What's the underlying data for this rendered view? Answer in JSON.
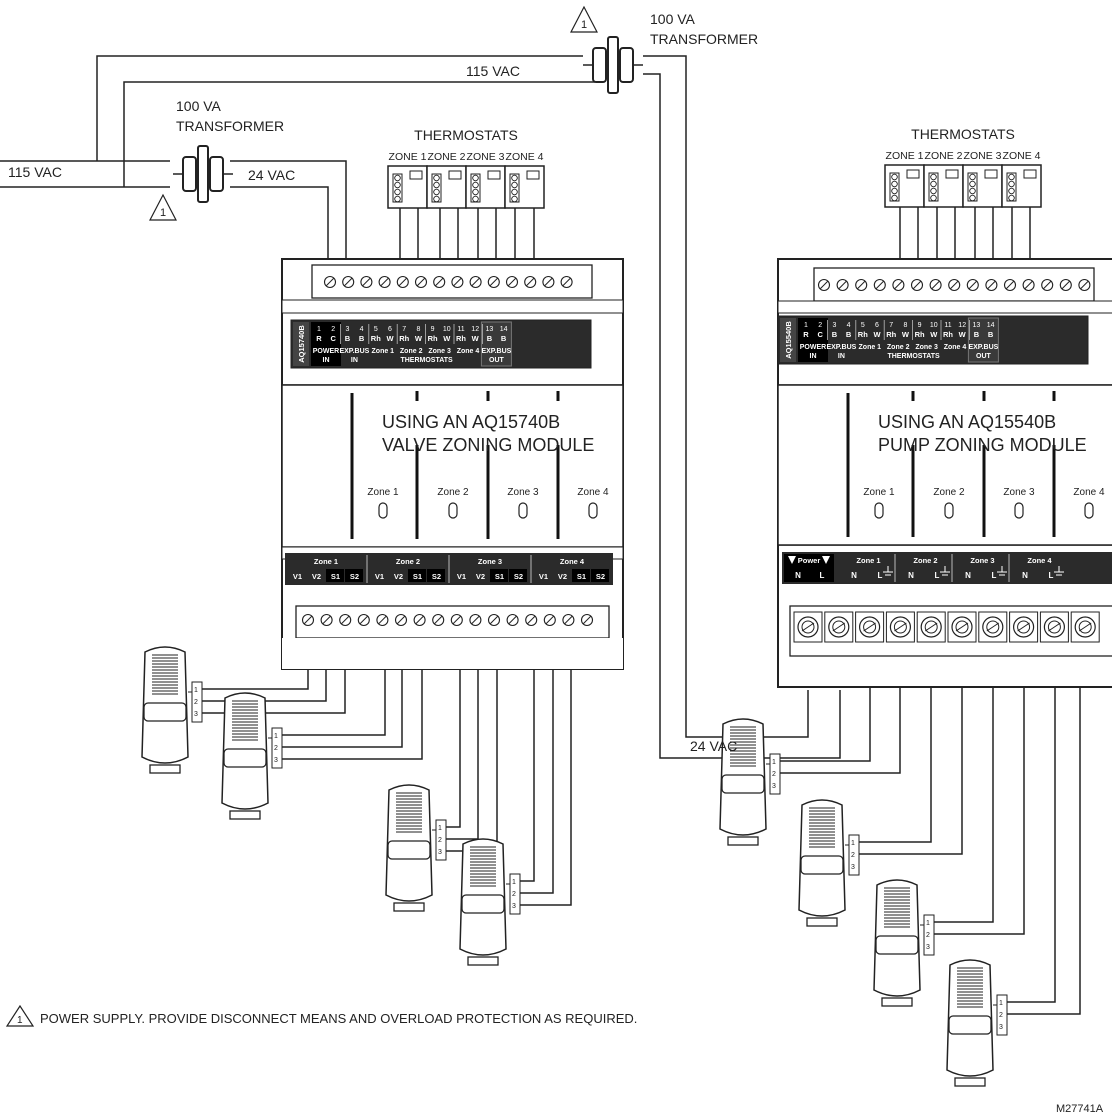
{
  "labels": {
    "supply_vac": "115 VAC",
    "line_vac": "115 VAC",
    "left_24vac": "24 VAC",
    "right_24vac": "24 VAC",
    "transformer_left_1": "100 VA",
    "transformer_left_2": "TRANSFORMER",
    "transformer_right_1": "100 VA",
    "transformer_right_2": "TRANSFORMER",
    "note_marker": "1",
    "footnote": "POWER SUPPLY. PROVIDE DISCONNECT MEANS AND OVERLOAD PROTECTION AS REQUIRED.",
    "drawing_number": "M27741A"
  },
  "left_module": {
    "model_vertical": "AQ15740B",
    "thermostats_title": "THERMOSTATS",
    "thermostat_zones": [
      "ZONE 1",
      "ZONE 2",
      "ZONE 3",
      "ZONE 4"
    ],
    "title_line1": "USING AN AQ15740B",
    "title_line2": "VALVE ZONING MODULE",
    "leds": [
      "Zone 1",
      "Zone 2",
      "Zone 3",
      "Zone 4"
    ],
    "terminal_numbers": [
      "1",
      "2",
      "3",
      "4",
      "5",
      "6",
      "7",
      "8",
      "9",
      "10",
      "11",
      "12",
      "13",
      "14"
    ],
    "terminal_letters": [
      "R",
      "C",
      "B",
      "B",
      "Rh",
      "W",
      "Rh",
      "W",
      "Rh",
      "W",
      "Rh",
      "W",
      "B",
      "B"
    ],
    "power_in": [
      "POWER",
      "IN"
    ],
    "exp_bus_in": [
      "EXP.BUS",
      "IN"
    ],
    "zone_labels": [
      "Zone 1",
      "Zone 2",
      "Zone 3",
      "Zone 4"
    ],
    "thermostats_label": "THERMOSTATS",
    "exp_bus_out": [
      "EXP.BUS",
      "OUT"
    ],
    "bottom_zone_titles": [
      "Zone 1",
      "Zone 2",
      "Zone 3",
      "Zone 4"
    ],
    "bottom_terms": [
      "V1",
      "V2",
      "S1",
      "S2"
    ]
  },
  "right_module": {
    "model_vertical": "AQ15540B",
    "thermostats_title": "THERMOSTATS",
    "thermostat_zones": [
      "ZONE 1",
      "ZONE 2",
      "ZONE 3",
      "ZONE 4"
    ],
    "title_line1": "USING AN AQ15540B",
    "title_line2": "PUMP ZONING MODULE",
    "leds": [
      "Zone 1",
      "Zone 2",
      "Zone 3",
      "Zone 4"
    ],
    "terminal_numbers": [
      "1",
      "2",
      "3",
      "4",
      "5",
      "6",
      "7",
      "8",
      "9",
      "10",
      "11",
      "12",
      "13",
      "14"
    ],
    "terminal_letters": [
      "R",
      "C",
      "B",
      "B",
      "Rh",
      "W",
      "Rh",
      "W",
      "Rh",
      "W",
      "Rh",
      "W",
      "B",
      "B"
    ],
    "power_in": [
      "POWER",
      "IN"
    ],
    "exp_bus_in": [
      "EXP.BUS",
      "IN"
    ],
    "zone_labels": [
      "Zone 1",
      "Zone 2",
      "Zone 3",
      "Zone 4"
    ],
    "thermostats_label": "THERMOSTATS",
    "exp_bus_out": [
      "EXP.BUS",
      "OUT"
    ],
    "power_title": "Power",
    "power_terms": [
      "N",
      "L"
    ],
    "bottom_zone_titles": [
      "Zone 1",
      "Zone 2",
      "Zone 3",
      "Zone 4"
    ],
    "zone_terms": [
      "N",
      "L"
    ]
  },
  "actuator_pins": [
    "1",
    "2",
    "3"
  ],
  "colors": {
    "line": "#222222",
    "strip": "#2b2b2b",
    "strip_dark": "#111111",
    "panel": "#ffffff",
    "band": "#d9d9d9"
  }
}
